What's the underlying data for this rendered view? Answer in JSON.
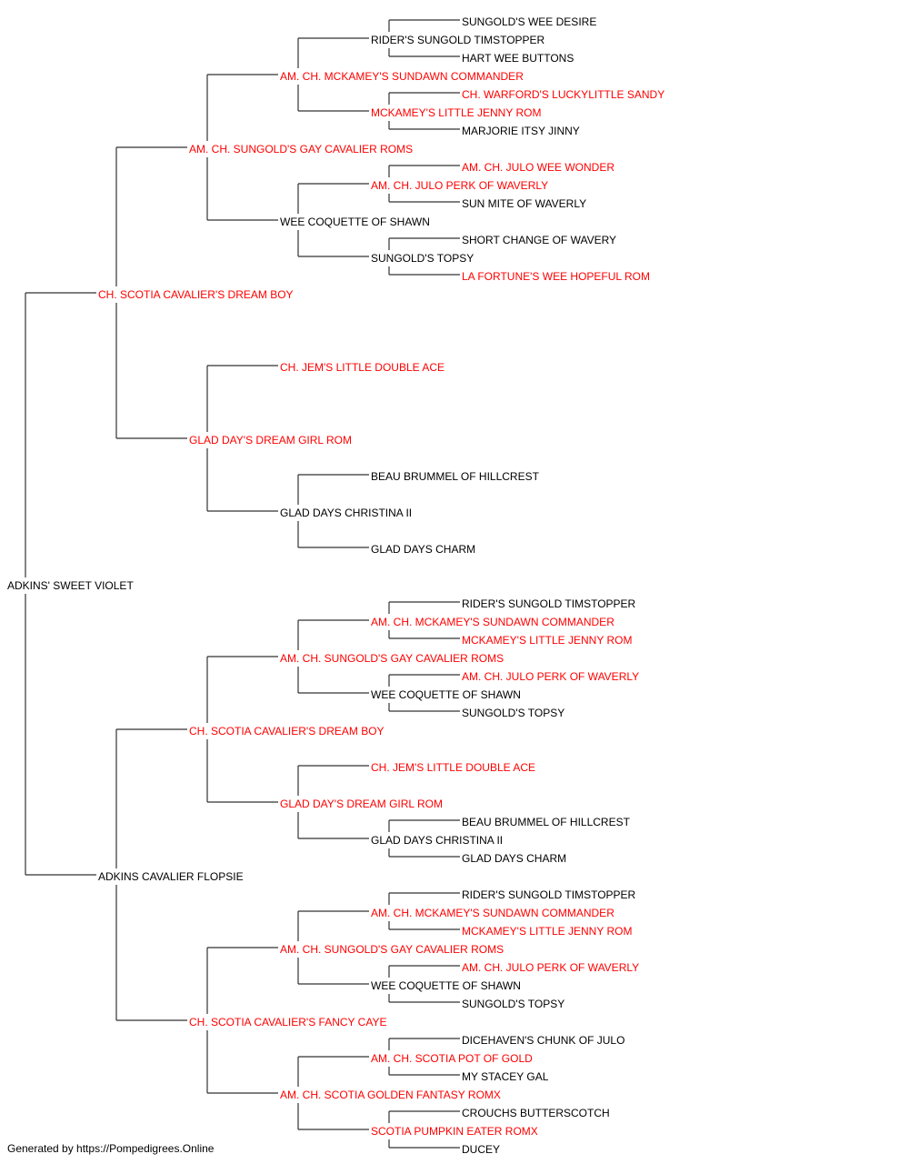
{
  "colors": {
    "champion": "#ff0000",
    "normal": "#000000",
    "line": "#333333"
  },
  "footer": "Generated by https://Pompedigrees.Online",
  "pedigree": {
    "name": "ADKINS' SWEET VIOLET",
    "champion": false,
    "sire": {
      "name": "CH. SCOTIA CAVALIER'S DREAM BOY",
      "champion": true,
      "sire": {
        "name": "AM. CH. SUNGOLD'S GAY CAVALIER ROMS",
        "champion": true,
        "sire": {
          "name": "AM. CH. MCKAMEY'S SUNDAWN COMMANDER",
          "champion": true,
          "sire": {
            "name": "RIDER'S SUNGOLD TIMSTOPPER",
            "champion": false,
            "sire": {
              "name": "SUNGOLD'S WEE DESIRE",
              "champion": false
            },
            "dam": {
              "name": "HART WEE BUTTONS",
              "champion": false
            }
          },
          "dam": {
            "name": "MCKAMEY'S LITTLE JENNY ROM",
            "champion": true,
            "sire": {
              "name": "CH. WARFORD'S LUCKYLITTLE SANDY",
              "champion": true
            },
            "dam": {
              "name": "MARJORIE ITSY JINNY",
              "champion": false
            }
          }
        },
        "dam": {
          "name": "WEE COQUETTE OF SHAWN",
          "champion": false,
          "sire": {
            "name": "AM. CH. JULO PERK OF WAVERLY",
            "champion": true,
            "sire": {
              "name": "AM. CH. JULO WEE WONDER",
              "champion": true
            },
            "dam": {
              "name": "SUN MITE OF WAVERLY",
              "champion": false
            }
          },
          "dam": {
            "name": "SUNGOLD'S TOPSY",
            "champion": false,
            "sire": {
              "name": "SHORT CHANGE OF WAVERY",
              "champion": false
            },
            "dam": {
              "name": "LA FORTUNE'S WEE HOPEFUL ROM",
              "champion": true
            }
          }
        }
      },
      "dam": {
        "name": "GLAD DAY'S DREAM GIRL ROM",
        "champion": true,
        "sire": {
          "name": "CH. JEM'S LITTLE DOUBLE ACE",
          "champion": true
        },
        "dam": {
          "name": "GLAD DAYS CHRISTINA II",
          "champion": false,
          "sire": {
            "name": "BEAU BRUMMEL OF HILLCREST",
            "champion": false
          },
          "dam": {
            "name": "GLAD DAYS CHARM",
            "champion": false
          }
        }
      }
    },
    "dam": {
      "name": "ADKINS CAVALIER FLOPSIE",
      "champion": false,
      "sire": {
        "name": "CH. SCOTIA CAVALIER'S DREAM BOY",
        "champion": true,
        "sire": {
          "name": "AM. CH. SUNGOLD'S GAY CAVALIER ROMS",
          "champion": true,
          "sire": {
            "name": "AM. CH. MCKAMEY'S SUNDAWN COMMANDER",
            "champion": true,
            "sire": {
              "name": "RIDER'S SUNGOLD TIMSTOPPER",
              "champion": false
            },
            "dam": {
              "name": "MCKAMEY'S LITTLE JENNY ROM",
              "champion": true
            }
          },
          "dam": {
            "name": "WEE COQUETTE OF SHAWN",
            "champion": false,
            "sire": {
              "name": "AM. CH. JULO PERK OF WAVERLY",
              "champion": true
            },
            "dam": {
              "name": "SUNGOLD'S TOPSY",
              "champion": false
            }
          }
        },
        "dam": {
          "name": "GLAD DAY'S DREAM GIRL ROM",
          "champion": true,
          "sire": {
            "name": "CH. JEM'S LITTLE DOUBLE ACE",
            "champion": true
          },
          "dam": {
            "name": "GLAD DAYS CHRISTINA II",
            "champion": false,
            "sire": {
              "name": "BEAU BRUMMEL OF HILLCREST",
              "champion": false
            },
            "dam": {
              "name": "GLAD DAYS CHARM",
              "champion": false
            }
          }
        }
      },
      "dam": {
        "name": "CH. SCOTIA CAVALIER'S FANCY CAYE",
        "champion": true,
        "sire": {
          "name": "AM. CH. SUNGOLD'S GAY CAVALIER ROMS",
          "champion": true,
          "sire": {
            "name": "AM. CH. MCKAMEY'S SUNDAWN COMMANDER",
            "champion": true,
            "sire": {
              "name": "RIDER'S SUNGOLD TIMSTOPPER",
              "champion": false
            },
            "dam": {
              "name": "MCKAMEY'S LITTLE JENNY ROM",
              "champion": true
            }
          },
          "dam": {
            "name": "WEE COQUETTE OF SHAWN",
            "champion": false,
            "sire": {
              "name": "AM. CH. JULO PERK OF WAVERLY",
              "champion": true
            },
            "dam": {
              "name": "SUNGOLD'S TOPSY",
              "champion": false
            }
          }
        },
        "dam": {
          "name": "AM. CH. SCOTIA GOLDEN FANTASY ROMX",
          "champion": true,
          "sire": {
            "name": "AM. CH. SCOTIA POT OF GOLD",
            "champion": true,
            "sire": {
              "name": "DICEHAVEN'S CHUNK OF JULO",
              "champion": false
            },
            "dam": {
              "name": "MY STACEY GAL",
              "champion": false
            }
          },
          "dam": {
            "name": "SCOTIA PUMPKIN EATER ROMX",
            "champion": true,
            "sire": {
              "name": "CROUCHS BUTTERSCOTCH",
              "champion": false
            },
            "dam": {
              "name": "DUCEY",
              "champion": false
            }
          }
        }
      }
    }
  }
}
